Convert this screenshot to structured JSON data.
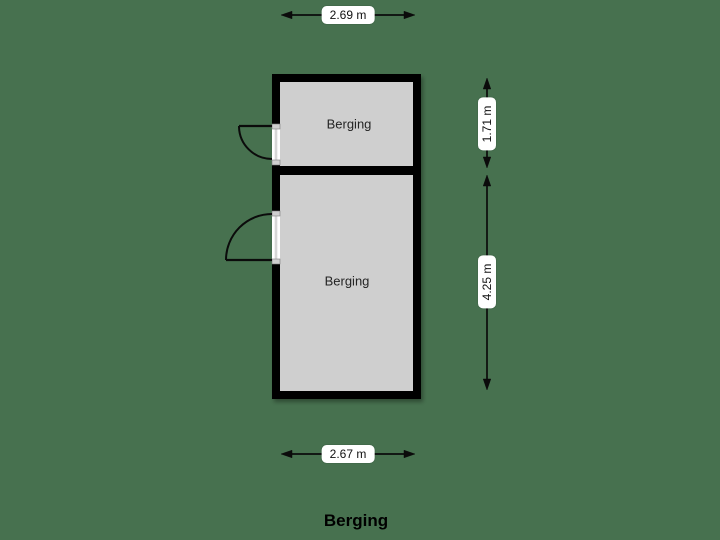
{
  "colors": {
    "background": "#47714F",
    "wall": "#000000",
    "room_fill": "#CFCFCF",
    "dimension_label_bg": "#FFFFFF",
    "text": "#1C1C1C"
  },
  "floorplan": {
    "title": "Berging",
    "rooms": [
      {
        "label": "Berging"
      },
      {
        "label": "Berging"
      }
    ],
    "dimensions": {
      "top": "2.69 m",
      "right_upper": "1.71 m",
      "right_lower": "4.25 m",
      "bottom": "2.67 m"
    }
  }
}
